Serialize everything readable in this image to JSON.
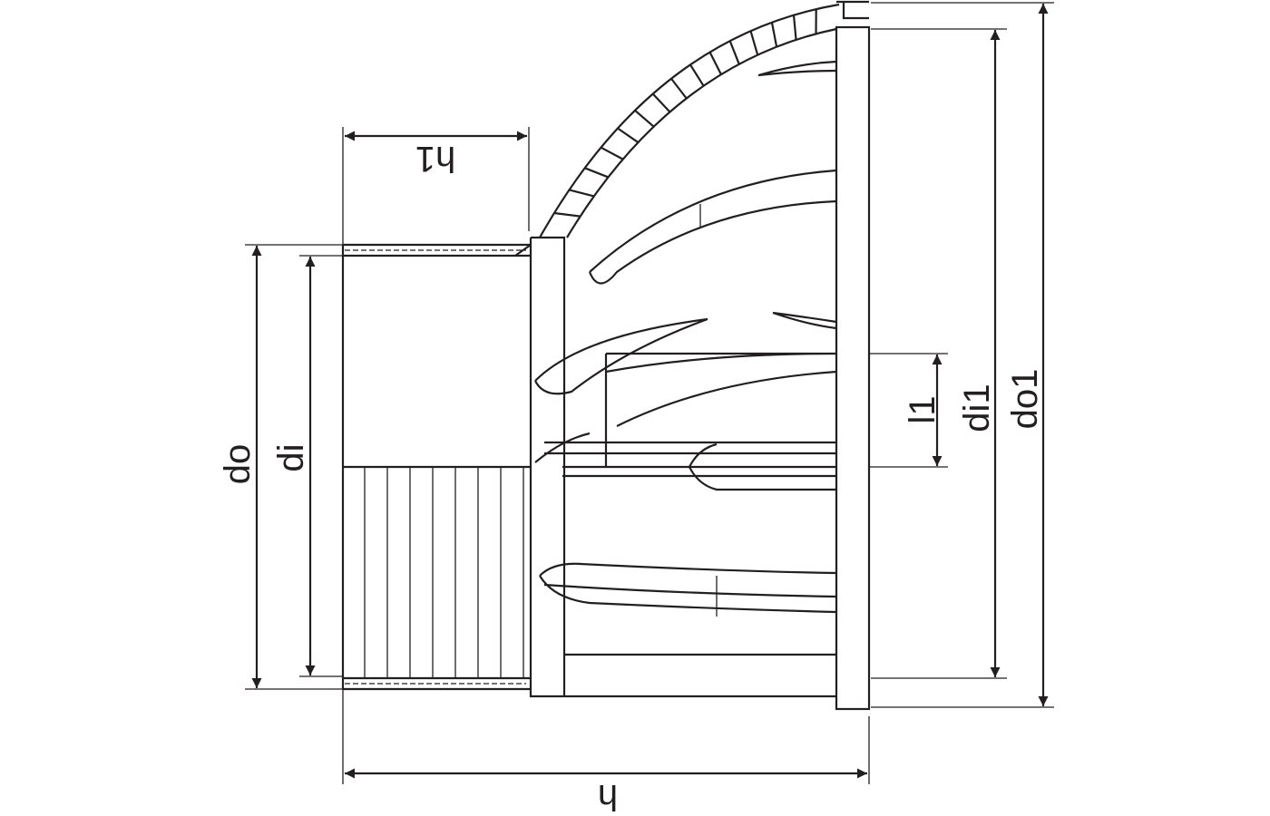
{
  "drawing": {
    "line_color": "#231f20",
    "labels": {
      "h1": "h1",
      "h": "h",
      "do": "do",
      "di": "di",
      "l1": "l1",
      "di1": "di1",
      "do1": "do1"
    }
  }
}
